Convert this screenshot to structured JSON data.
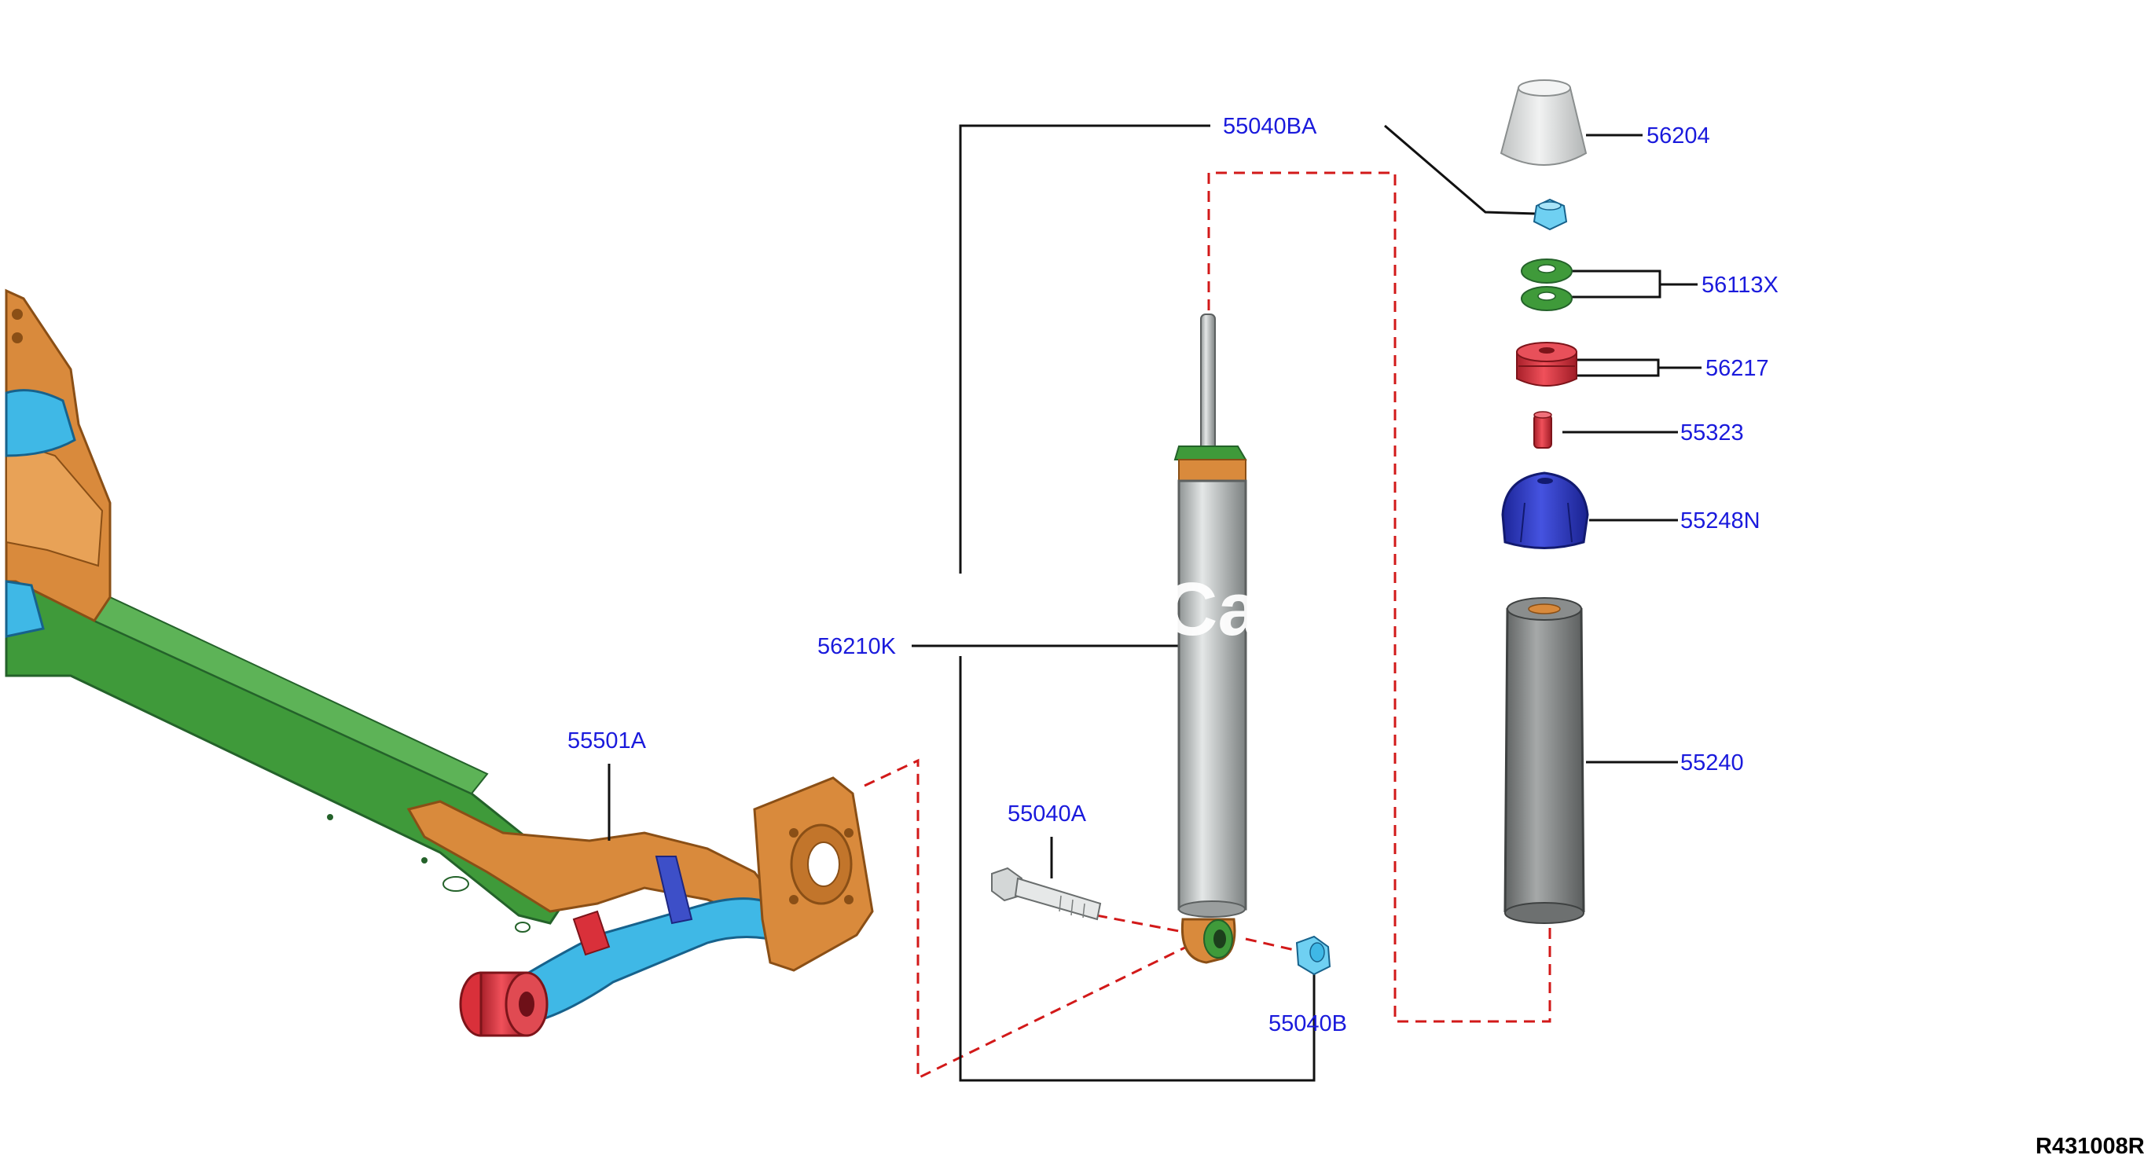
{
  "diagram": {
    "callouts": [
      {
        "id": "55040BA",
        "text": "55040BA"
      },
      {
        "id": "56204",
        "text": "56204"
      },
      {
        "id": "56113X",
        "text": "56113X"
      },
      {
        "id": "56217",
        "text": "56217"
      },
      {
        "id": "55323",
        "text": "55323"
      },
      {
        "id": "55248N",
        "text": "55248N"
      },
      {
        "id": "56210K",
        "text": "56210K"
      },
      {
        "id": "55240",
        "text": "55240"
      },
      {
        "id": "55501A",
        "text": "55501A"
      },
      {
        "id": "55040A",
        "text": "55040A"
      },
      {
        "id": "55040B",
        "text": "55040B"
      }
    ],
    "reference_code": "R431008R",
    "watermark": "Ca        A"
  },
  "colors": {
    "callout_text": "#1a1adc",
    "leader_line": "#111111",
    "dashed_line": "#d21919",
    "beam_green": "#3f9a3a",
    "arm_orange": "#d98a3c",
    "tube_blue": "#3fb8e6",
    "bushing_red": "#d9303a",
    "damper_grey": "#b8bcbc",
    "bump_stop_blue": "#2c38c8",
    "dust_boot_grey": "#8a8d8d"
  }
}
